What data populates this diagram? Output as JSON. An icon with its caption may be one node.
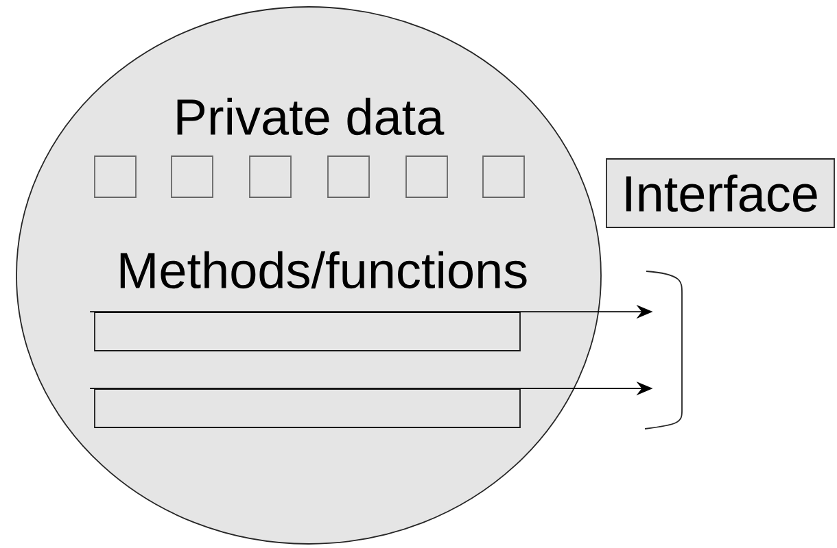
{
  "diagram": {
    "nodes": [
      {
        "text": [
          "Private data",
          "Methods/functions"
        ]
      },
      {
        "text": [],
        "shape": "box",
        "in": 0
      },
      {
        "text": [],
        "shape": "box",
        "in": 0
      },
      {
        "text": [],
        "shape": "box",
        "in": 0
      },
      {
        "text": [],
        "shape": "box",
        "in": 0
      },
      {
        "text": [],
        "shape": "box",
        "in": 0
      },
      {
        "text": [],
        "shape": "box",
        "in": 0
      },
      {
        "text": [
          "Interface"
        ]
      },
      {
        "text": [],
        "shape": "bar",
        "in": 0
      },
      {
        "text": [],
        "shape": "bar",
        "in": 0
      },
      {
        "text": [],
        "shape": "bracket"
      }
    ],
    "edges": [
      {
        "from": 8,
        "to": 10,
        "arrow": "to"
      },
      {
        "from": 9,
        "to": 10,
        "arrow": "to"
      }
    ]
  }
}
